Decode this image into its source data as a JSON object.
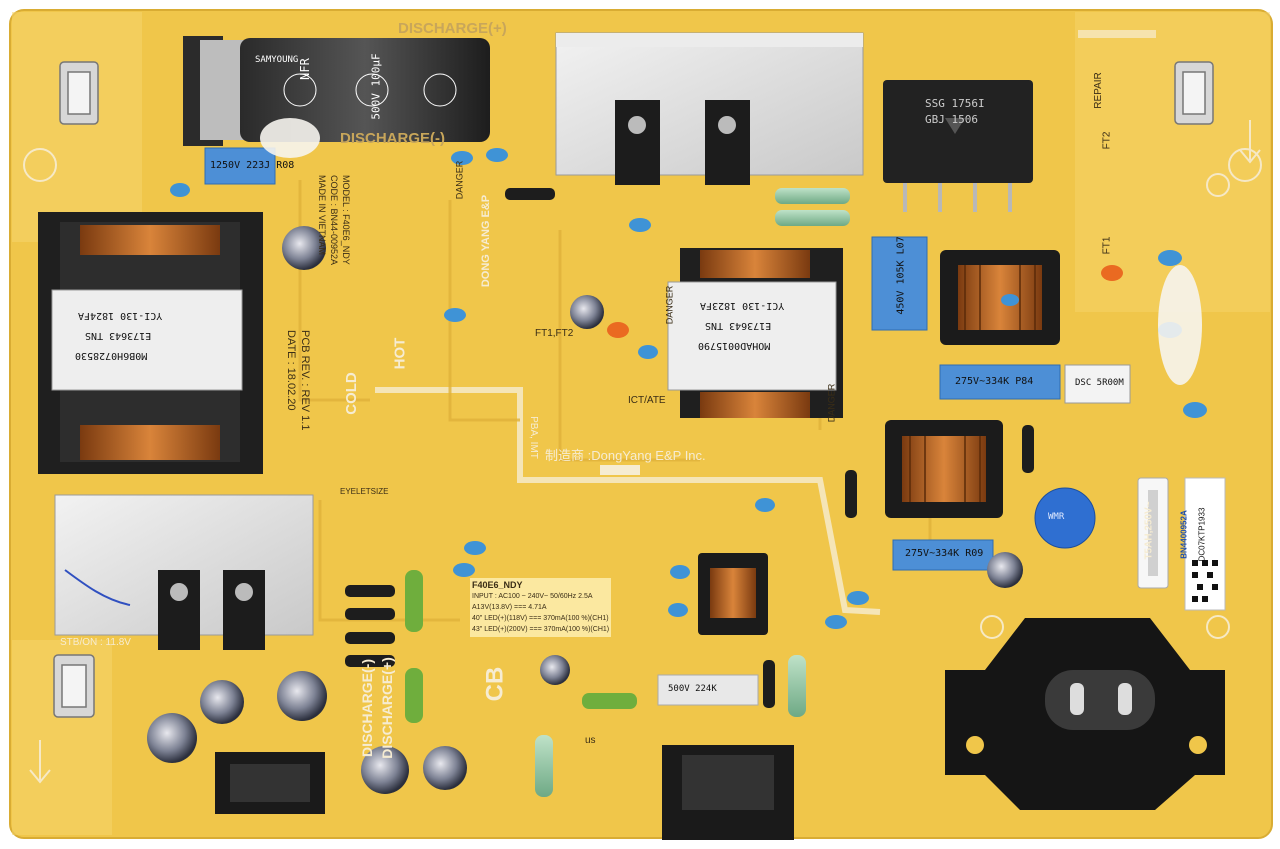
{
  "board": {
    "colors": {
      "substrate": "#f0c64a",
      "substrate_dark": "#e2b53b",
      "silk": "#f6ecd2",
      "heatsink": "#dadada",
      "capacitor_blue": "#4d8fd6",
      "copper": "#c46b24"
    }
  },
  "labels": {
    "discharge_plus": "DISCHARGE(+)",
    "discharge_minus": "DISCHARGE(-)",
    "hot": "HOT",
    "cold": "COLD",
    "cb": "CB",
    "stb_on": "STB/ON : 11.8V",
    "maker": "制造商 :DongYang E&P Inc.",
    "pba": "PBA, IMT",
    "ict": "ICT/ATE",
    "fuse_rating": "T5AH,250V~",
    "danger": "DANGER",
    "repair": "REPAIR",
    "ft1": "FT1",
    "ft2": "FT2",
    "ft1_ft2": "FT1,FT2",
    "eyelet": "EYELETSIZE",
    "model_code": "BN4400952A",
    "lot_code": "DC07KTP1933",
    "brand": "DONG YANG E&P"
  },
  "pcb_info": {
    "rev": "PCB REV. : REV 1.1",
    "date": "DATE : 18.02.20",
    "model": "MODEL : F40E6_NDY",
    "code": "CODE : BN44-00952A",
    "origin": "MADE IN VIETNAM"
  },
  "components": {
    "cap_main": [
      "NFR",
      "500V 100µF"
    ],
    "cap_brand": "SAMYOUNG",
    "cap_1250": "1250V 223J R08",
    "cap_450": "450V 105K L07",
    "cap_275_a": "275V~334K P84",
    "cap_275_b": "275V~334K R09",
    "res_dsc": "DSC 5R00M",
    "transformer_big": [
      "YCI-130 1824FA",
      "E173643 TNS",
      "M0B6H0728530"
    ],
    "transformer_mid": [
      "YCI-130 1823FA",
      "E173643 TNS",
      "MOHAD0015790"
    ],
    "bridge": [
      "SSG 1756I",
      "GBJ 1506"
    ],
    "varistor": "WMR",
    "cap_500v": "500V 224K",
    "spec_table": {
      "title": "F40E6_NDY",
      "rows": [
        "INPUT : AC100 ~ 240V~ 50/60Hz 2.5A",
        "A13V(13.8V) === 4.71A",
        "40\" LED(+)(118V) === 370mA(100 %)(CH1)",
        "43\" LED(+)(200V) === 370mA(100 %)(CH1)"
      ]
    },
    "sizes": [
      "40\"",
      "43\""
    ],
    "ul_mark": "us"
  }
}
